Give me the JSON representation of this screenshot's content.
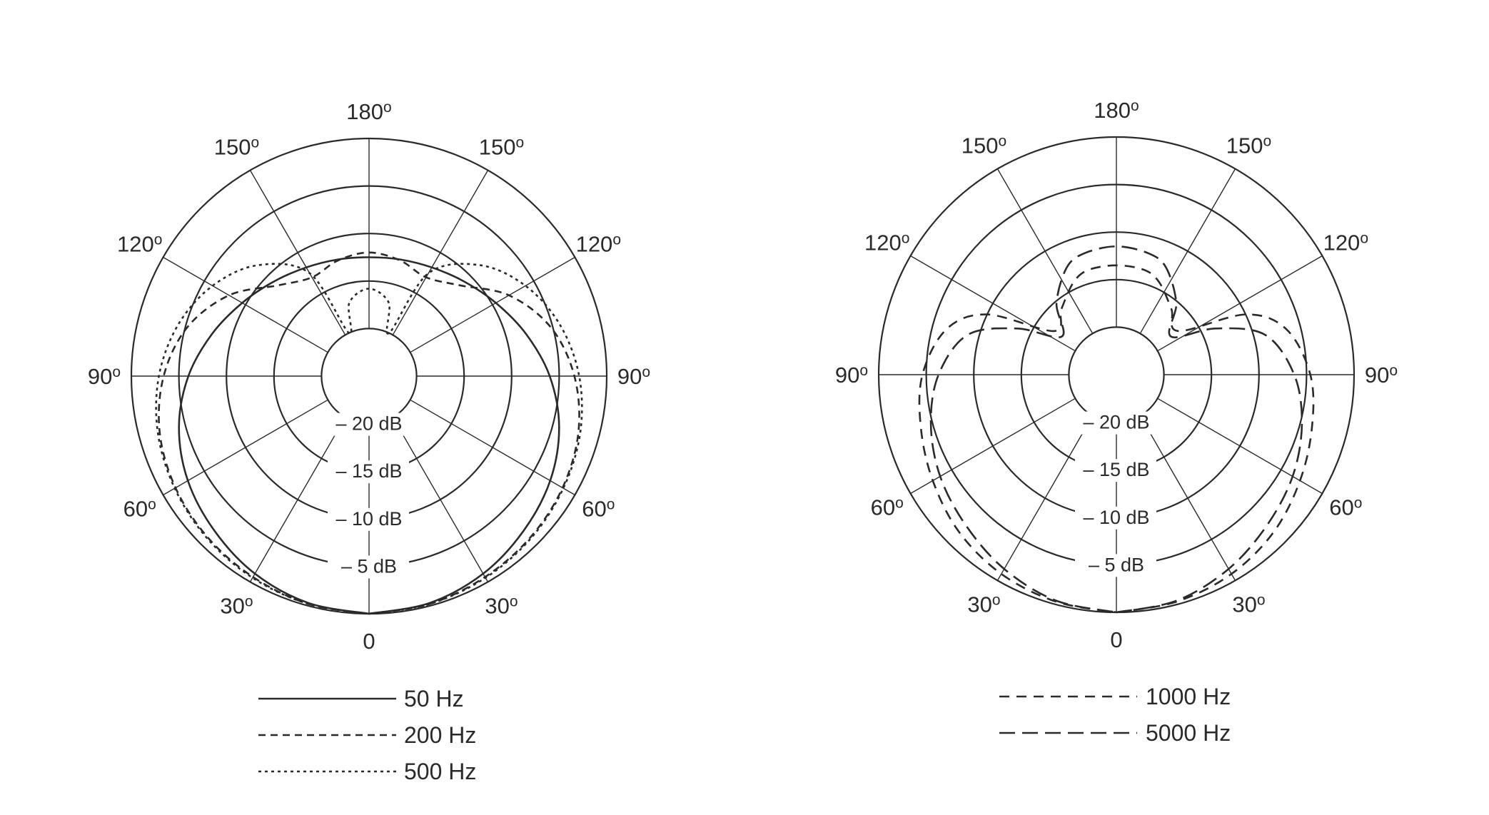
{
  "chart_data": [
    {
      "type": "polar",
      "angle_labels": [
        {
          "deg": 0,
          "text": "0"
        },
        {
          "deg": 30,
          "text": "30o"
        },
        {
          "deg": -30,
          "text": "30o"
        },
        {
          "deg": 60,
          "text": "60o"
        },
        {
          "deg": -60,
          "text": "60o"
        },
        {
          "deg": 90,
          "text": "90o"
        },
        {
          "deg": -90,
          "text": "90o"
        },
        {
          "deg": 120,
          "text": "120o"
        },
        {
          "deg": -120,
          "text": "120o"
        },
        {
          "deg": 150,
          "text": "150o"
        },
        {
          "deg": -150,
          "text": "150o"
        },
        {
          "deg": 180,
          "text": "180o"
        }
      ],
      "radial_labels": [
        "– 20 dB",
        "– 15 dB",
        "– 10 dB",
        "– 5 dB"
      ],
      "rlim_db": [
        -25,
        0
      ],
      "rings_db": [
        -20,
        -15,
        -10,
        -5,
        0
      ],
      "spoke_angles_deg": [
        0,
        30,
        60,
        90,
        120,
        150,
        180,
        210,
        240,
        270,
        300,
        330
      ],
      "legend_position": "bottom",
      "series": [
        {
          "name": "50 Hz",
          "dash": "solid",
          "angles_deg": [
            0,
            15,
            30,
            45,
            60,
            75,
            90,
            105,
            120,
            135,
            150,
            165,
            180
          ],
          "level_db": [
            0,
            -0.3,
            -1,
            -2,
            -3,
            -4.3,
            -6,
            -7.9,
            -9.6,
            -10.9,
            -11.8,
            -12.3,
            -12.5
          ]
        },
        {
          "name": "200 Hz",
          "dash": "10,7",
          "angles_deg": [
            0,
            15,
            30,
            45,
            60,
            75,
            90,
            105,
            120,
            135,
            150,
            165,
            180
          ],
          "level_db": [
            0,
            -0.2,
            -0.6,
            -1,
            -1.5,
            -2.2,
            -3.4,
            -5.2,
            -8,
            -11.5,
            -13,
            -12.4,
            -12
          ]
        },
        {
          "name": "500 Hz",
          "dash": "4,5",
          "angles_deg": [
            0,
            15,
            30,
            45,
            60,
            75,
            90,
            105,
            120,
            135,
            150,
            155,
            165,
            180
          ],
          "level_db": [
            0,
            -0.2,
            -0.5,
            -0.9,
            -1.4,
            -2,
            -2.9,
            -4.2,
            -6,
            -8.5,
            -12.5,
            -20,
            -17,
            -15.8
          ]
        }
      ]
    },
    {
      "type": "polar",
      "angle_labels": [
        {
          "deg": 0,
          "text": "0"
        },
        {
          "deg": 30,
          "text": "30o"
        },
        {
          "deg": -30,
          "text": "30o"
        },
        {
          "deg": 60,
          "text": "60o"
        },
        {
          "deg": -60,
          "text": "60o"
        },
        {
          "deg": 90,
          "text": "90o"
        },
        {
          "deg": -90,
          "text": "90o"
        },
        {
          "deg": 120,
          "text": "120o"
        },
        {
          "deg": -120,
          "text": "120o"
        },
        {
          "deg": 150,
          "text": "150o"
        },
        {
          "deg": -150,
          "text": "150o"
        },
        {
          "deg": 180,
          "text": "180o"
        }
      ],
      "radial_labels": [
        "– 20 dB",
        "– 15 dB",
        "– 10 dB",
        "– 5 dB"
      ],
      "rlim_db": [
        -25,
        0
      ],
      "rings_db": [
        -20,
        -15,
        -10,
        -5,
        0
      ],
      "spoke_angles_deg": [
        0,
        30,
        60,
        90,
        120,
        150,
        180,
        210,
        240,
        270,
        300,
        330
      ],
      "legend_position": "bottom",
      "series": [
        {
          "name": "1000 Hz",
          "dash": "14,10",
          "angles_deg": [
            0,
            15,
            30,
            45,
            60,
            75,
            90,
            105,
            115,
            125,
            140,
            155,
            165,
            180
          ],
          "level_db": [
            0,
            -0.3,
            -0.8,
            -1.6,
            -2.7,
            -3.7,
            -4.6,
            -6.5,
            -10,
            -17,
            -16,
            -14.3,
            -13.6,
            -13.5
          ]
        },
        {
          "name": "5000 Hz",
          "dash": "22,10",
          "angles_deg": [
            0,
            15,
            30,
            45,
            60,
            75,
            90,
            105,
            115,
            125,
            140,
            155,
            165,
            180
          ],
          "level_db": [
            0,
            -0.4,
            -1.4,
            -2.6,
            -3.6,
            -4.8,
            -6.3,
            -8.8,
            -13.5,
            -18,
            -15.2,
            -12.6,
            -11.8,
            -11.5
          ]
        }
      ]
    }
  ]
}
